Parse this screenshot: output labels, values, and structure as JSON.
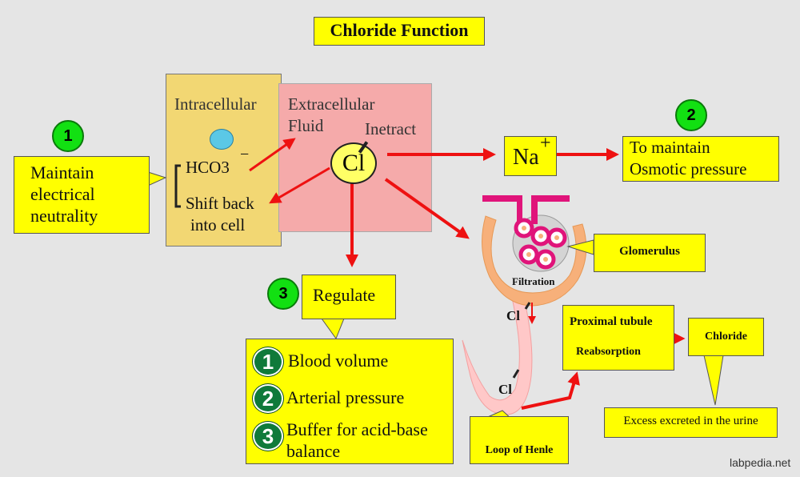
{
  "title": "Chloride Function",
  "compartments": {
    "intracellular_label": "Intracellular",
    "extracellular_label_line1": "Extracellular",
    "extracellular_label_line2": "Fluid",
    "interact_label": "Inetract"
  },
  "ions": {
    "chloride": "Cl",
    "chloride_charge": "−",
    "bicarbonate": "HCO3",
    "bicarbonate_charge": "−",
    "sodium": "Na",
    "sodium_charge": "+",
    "cl_small_1": "Cl",
    "cl_small_2": "Cl"
  },
  "shift_back_line1": "Shift back",
  "shift_back_line2": "into cell",
  "functions": {
    "f1": {
      "number": "1",
      "lines": [
        "Maintain",
        "electrical",
        "neutrality"
      ]
    },
    "f2": {
      "number": "2",
      "lines": [
        "To maintain",
        "Osmotic pressure"
      ]
    },
    "f3": {
      "number": "3",
      "label": "Regulate",
      "items": [
        {
          "num": "1",
          "text": "Blood volume"
        },
        {
          "num": "2",
          "text": "Arterial pressure"
        },
        {
          "num": "3",
          "text": "Buffer for acid-base",
          "text2": "balance"
        }
      ]
    }
  },
  "kidney": {
    "glomerulus": "Glomerulus",
    "filtration": "Filtration",
    "proximal_tubule": "Proximal tubule",
    "reabsorption": "Reabsorption",
    "chloride": "Chloride",
    "excess": "Excess excreted in the urine",
    "loop": "Loop of Henle"
  },
  "watermark": "labpedia.net",
  "colors": {
    "background": "#e5e5e5",
    "yellow_box": "#ffff00",
    "intracellular": "#f2d773",
    "extracellular": "#f5aaaa",
    "arrow": "#ee1111",
    "green_badge": "#12e012",
    "dark_badge": "#0f7a3a",
    "cell_blue": "#5bc8e6",
    "glom_pink": "#e0147a"
  }
}
